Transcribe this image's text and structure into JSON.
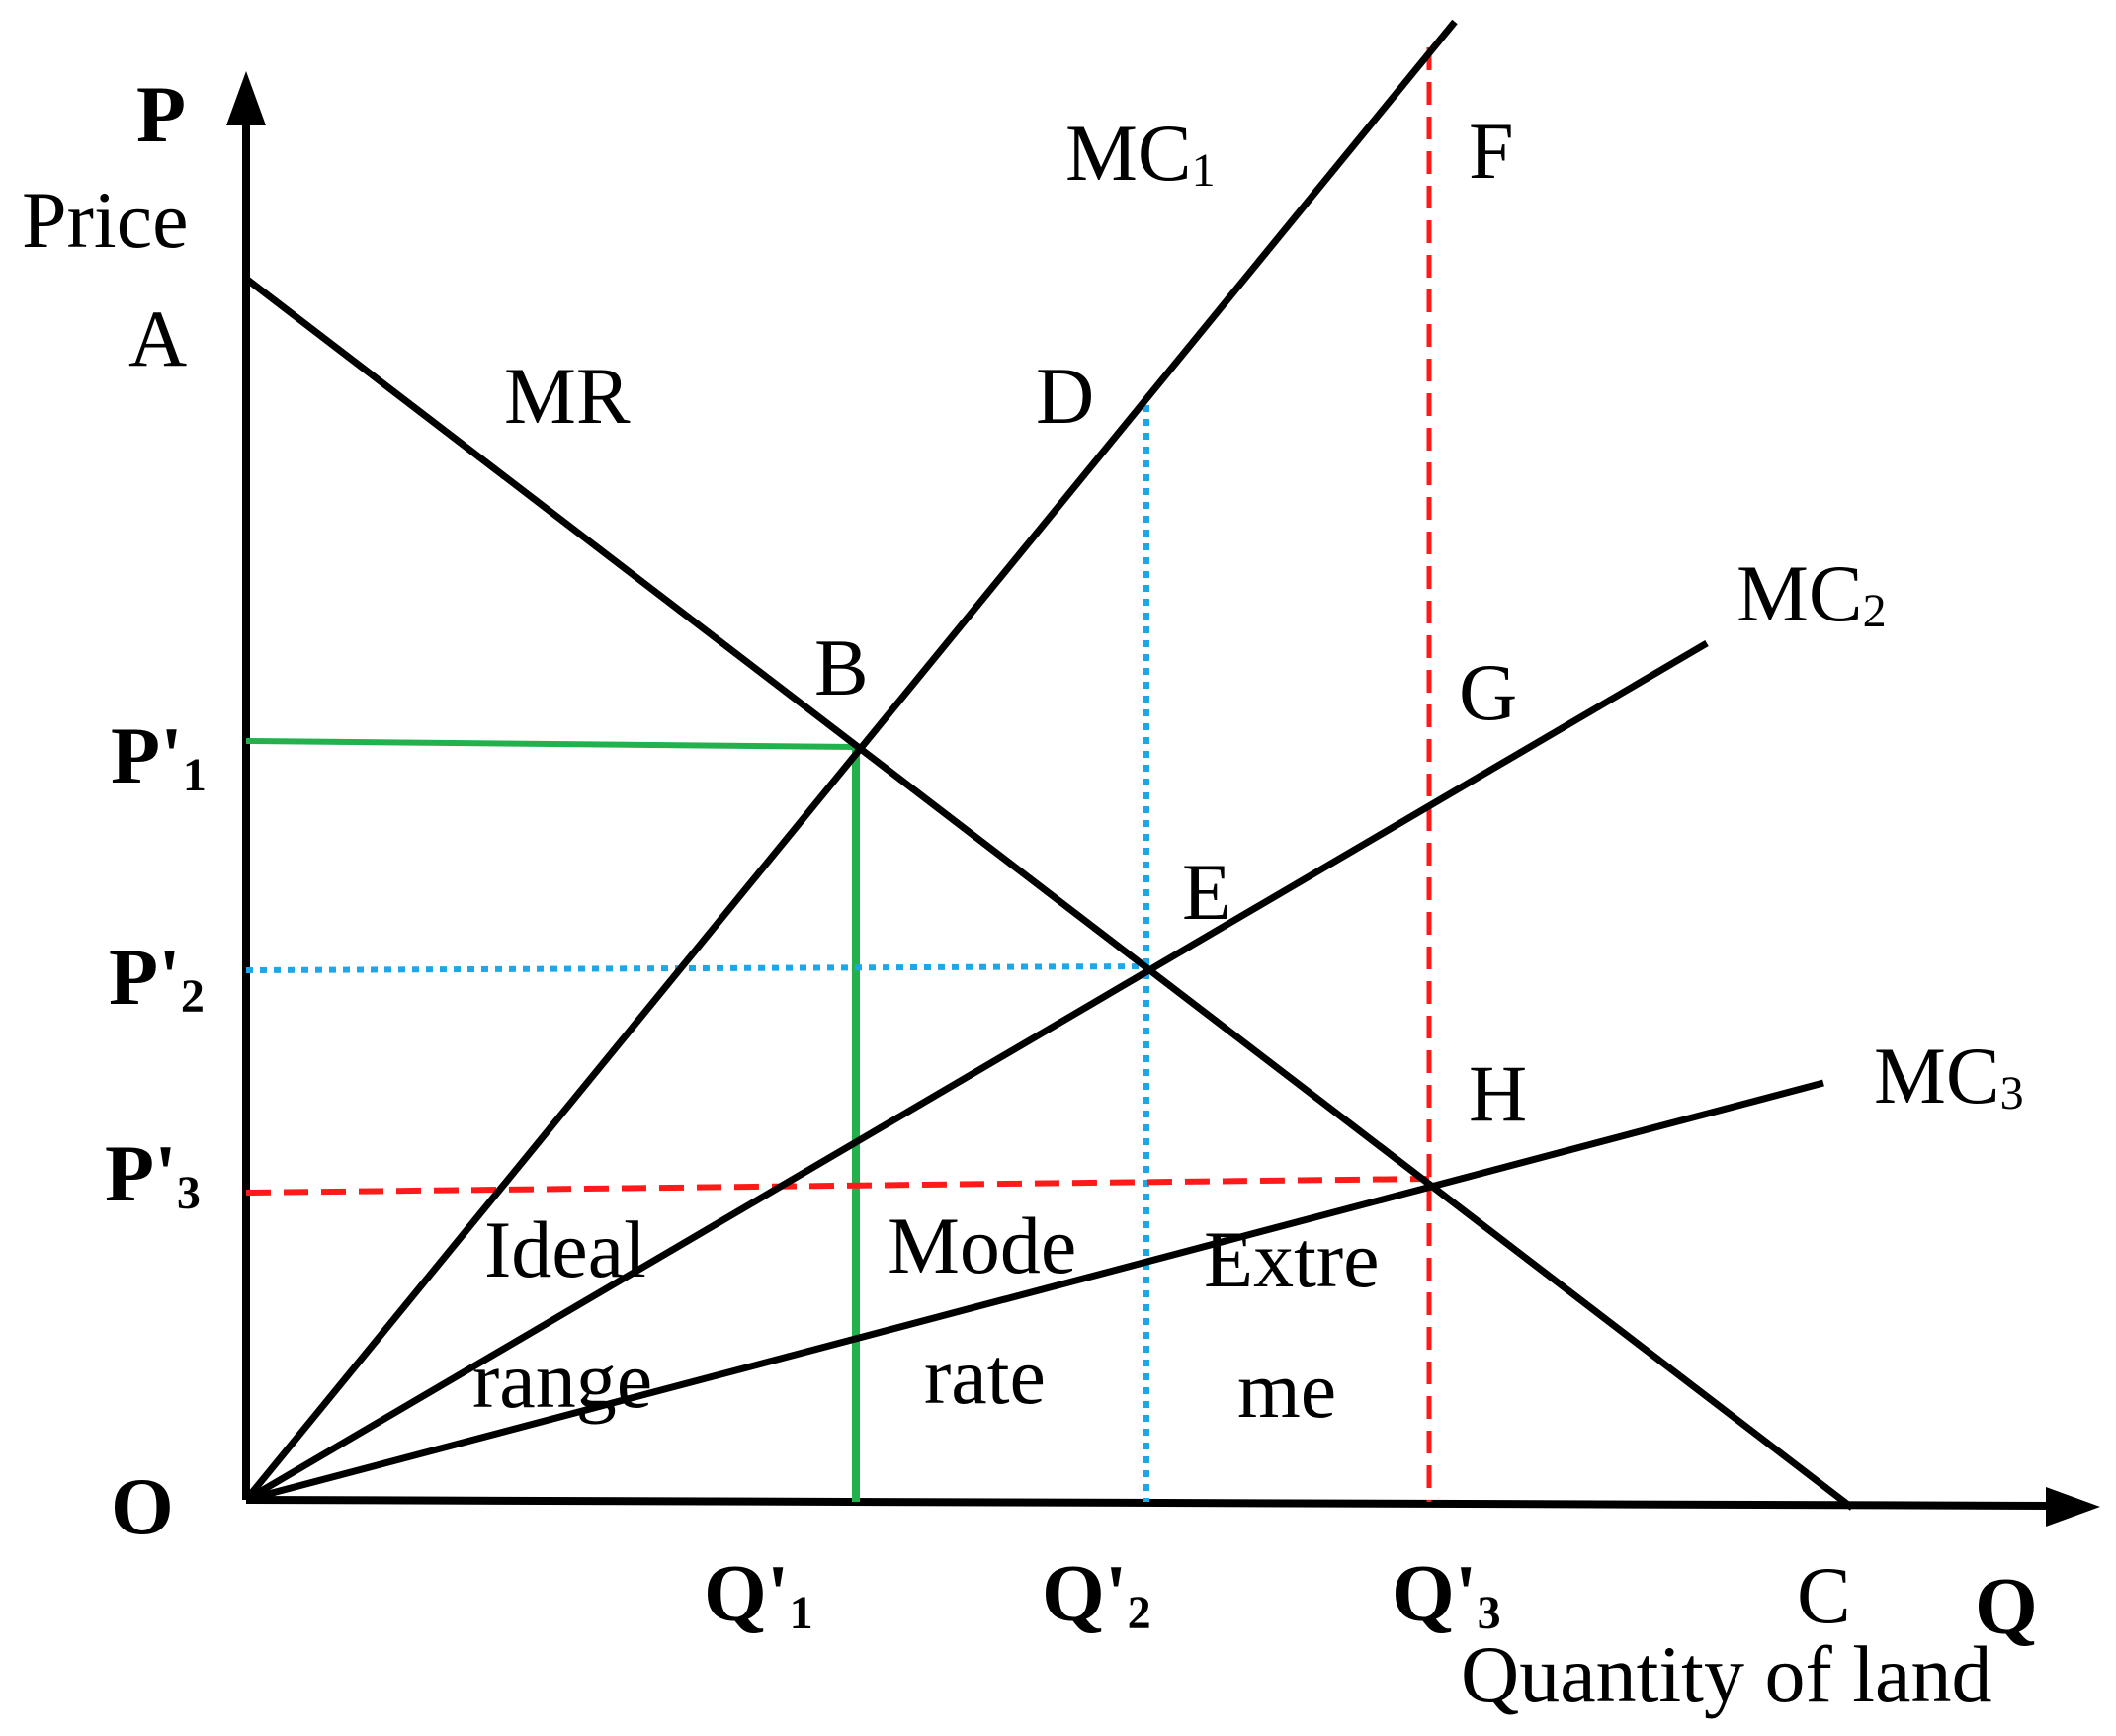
{
  "axes": {
    "y_symbol": "P",
    "y_name": "Price",
    "x_symbol": "Q",
    "x_name": "Quantity of land",
    "origin": "O"
  },
  "curves": {
    "mr": "MR",
    "mc1": {
      "base": "MC",
      "sub": "1"
    },
    "mc2": {
      "base": "MC",
      "sub": "2"
    },
    "mc3": {
      "base": "MC",
      "sub": "3"
    }
  },
  "points": {
    "a": "A",
    "b": "B",
    "c": "C",
    "d": "D",
    "e": "E",
    "f": "F",
    "g": "G",
    "h": "H"
  },
  "prices": [
    {
      "base": "P'",
      "sub": "1"
    },
    {
      "base": "P'",
      "sub": "2"
    },
    {
      "base": "P'",
      "sub": "3"
    }
  ],
  "quantities": [
    {
      "base": "Q'",
      "sub": "1"
    },
    {
      "base": "Q'",
      "sub": "2"
    },
    {
      "base": "Q'",
      "sub": "3"
    }
  ],
  "ranges": {
    "ideal": [
      "Ideal",
      "range"
    ],
    "moderate": [
      "Mode",
      "rate"
    ],
    "extreme": [
      "Extre",
      "me"
    ]
  },
  "colors": {
    "curve": "#000000",
    "q1_guides": "#22b14c",
    "q2_guides": "#1ea7e8",
    "q3_guides": "#ff1a1a"
  }
}
